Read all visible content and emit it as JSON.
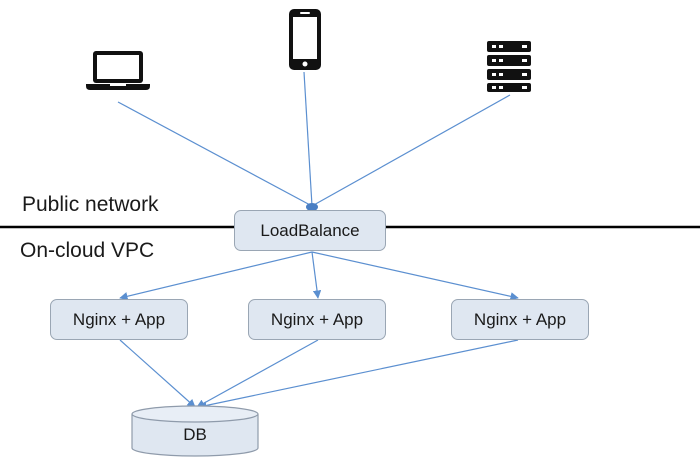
{
  "zones": {
    "public_label": "Public network",
    "vpc_label": "On-cloud VPC"
  },
  "clients": [
    {
      "name": "laptop",
      "icon": "laptop-icon"
    },
    {
      "name": "phone",
      "icon": "smartphone-icon"
    },
    {
      "name": "server",
      "icon": "server-rack-icon"
    }
  ],
  "load_balancer": {
    "label": "LoadBalance"
  },
  "app_nodes": [
    {
      "label": "Nginx + App"
    },
    {
      "label": "Nginx + App"
    },
    {
      "label": "Nginx + App"
    }
  ],
  "database": {
    "label": "DB"
  },
  "colors": {
    "node_fill": "#dfe7f1",
    "node_border": "#9aa6b4",
    "connector": "#5b8fd0",
    "icon": "#111111",
    "boundary_line": "#000000"
  }
}
